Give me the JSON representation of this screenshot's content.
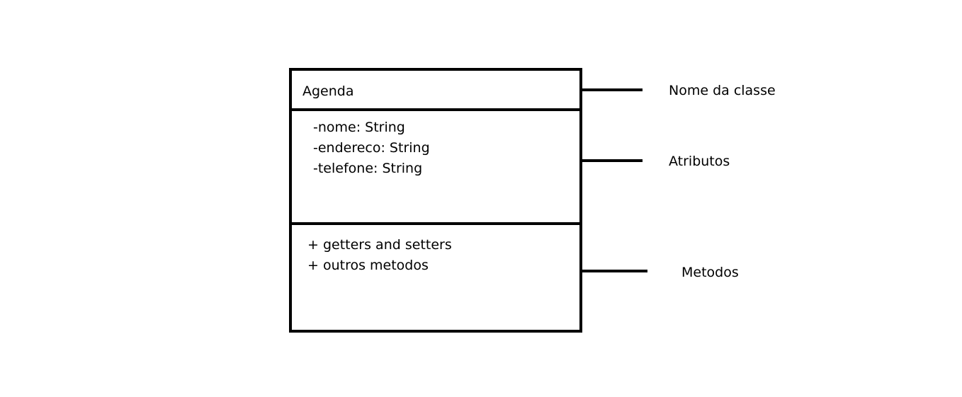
{
  "uml_class": {
    "name": "Agenda",
    "attributes": [
      "-nome: String",
      "-endereco: String",
      "-telefone: String"
    ],
    "methods": [
      "+ getters and setters",
      "+ outros metodos"
    ]
  },
  "callouts": {
    "class_name_label": "Nome da classe",
    "attributes_label": "Atributos",
    "methods_label": "Metodos"
  }
}
